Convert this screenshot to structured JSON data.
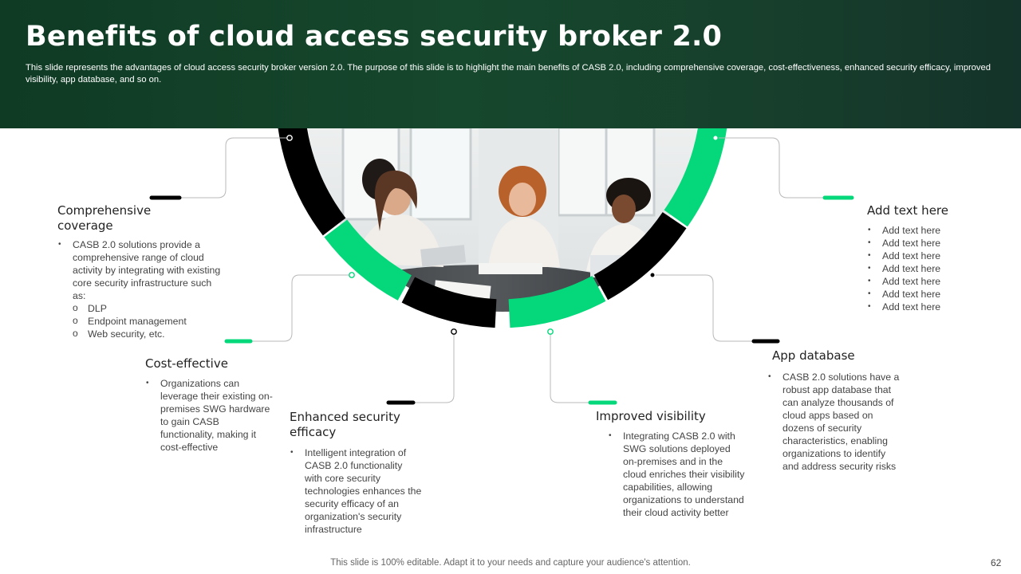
{
  "slide": {
    "title": "Benefits of cloud access security broker 2.0",
    "subtitle": "This slide represents the advantages of cloud access security broker version 2.0. The purpose of this slide is to highlight the main benefits of CASB 2.0, including comprehensive coverage, cost-effectiveness, enhanced security efficacy, improved visibility, app database, and so on.",
    "footer": "This slide is 100% editable. Adapt it to your needs and capture your audience's attention.",
    "page_number": "62"
  },
  "colors": {
    "header_dark": "#103b26",
    "accent_green": "#04d87a",
    "ring_black": "#000000"
  },
  "items": [
    {
      "heading": "Comprehensive coverage",
      "bullets": [
        "CASB 2.0 solutions provide  a comprehensive  range of cloud activity by integrating with existing core security infrastructure  such as:"
      ],
      "subitems": [
        "DLP",
        "Endpoint management",
        "Web security, etc."
      ]
    },
    {
      "heading": "Cost-effective",
      "bullets": [
        "Organizations can leverage  their existing on-premises  SWG hardware  to gain CASB functionality, making it cost-effective"
      ]
    },
    {
      "heading": "Enhanced security  efficacy",
      "bullets": [
        "Intelligent integration of CASB 2.0 functionality with core security technologies enhances the security efficacy of an organization's security infrastructure"
      ]
    },
    {
      "heading": "Improved visibility",
      "bullets": [
        "Integrating CASB 2.0 with SWG solutions deployed on-premises and in the cloud enriches their visibility capabilities, allowing organizations to understand their cloud activity better"
      ]
    },
    {
      "heading": "App database",
      "bullets": [
        "CASB 2.0 solutions have  a robust app database that can analyze thousands of cloud apps based on dozens of security characteristics, enabling organizations to identify and address security risks"
      ]
    },
    {
      "heading": "Add text here",
      "bullets": [
        "Add text here",
        "Add text here",
        "Add text here",
        "Add text here",
        "Add text here",
        "Add text here",
        "Add text here"
      ]
    }
  ],
  "image": {
    "description_icon": "team-meeting-photo"
  }
}
